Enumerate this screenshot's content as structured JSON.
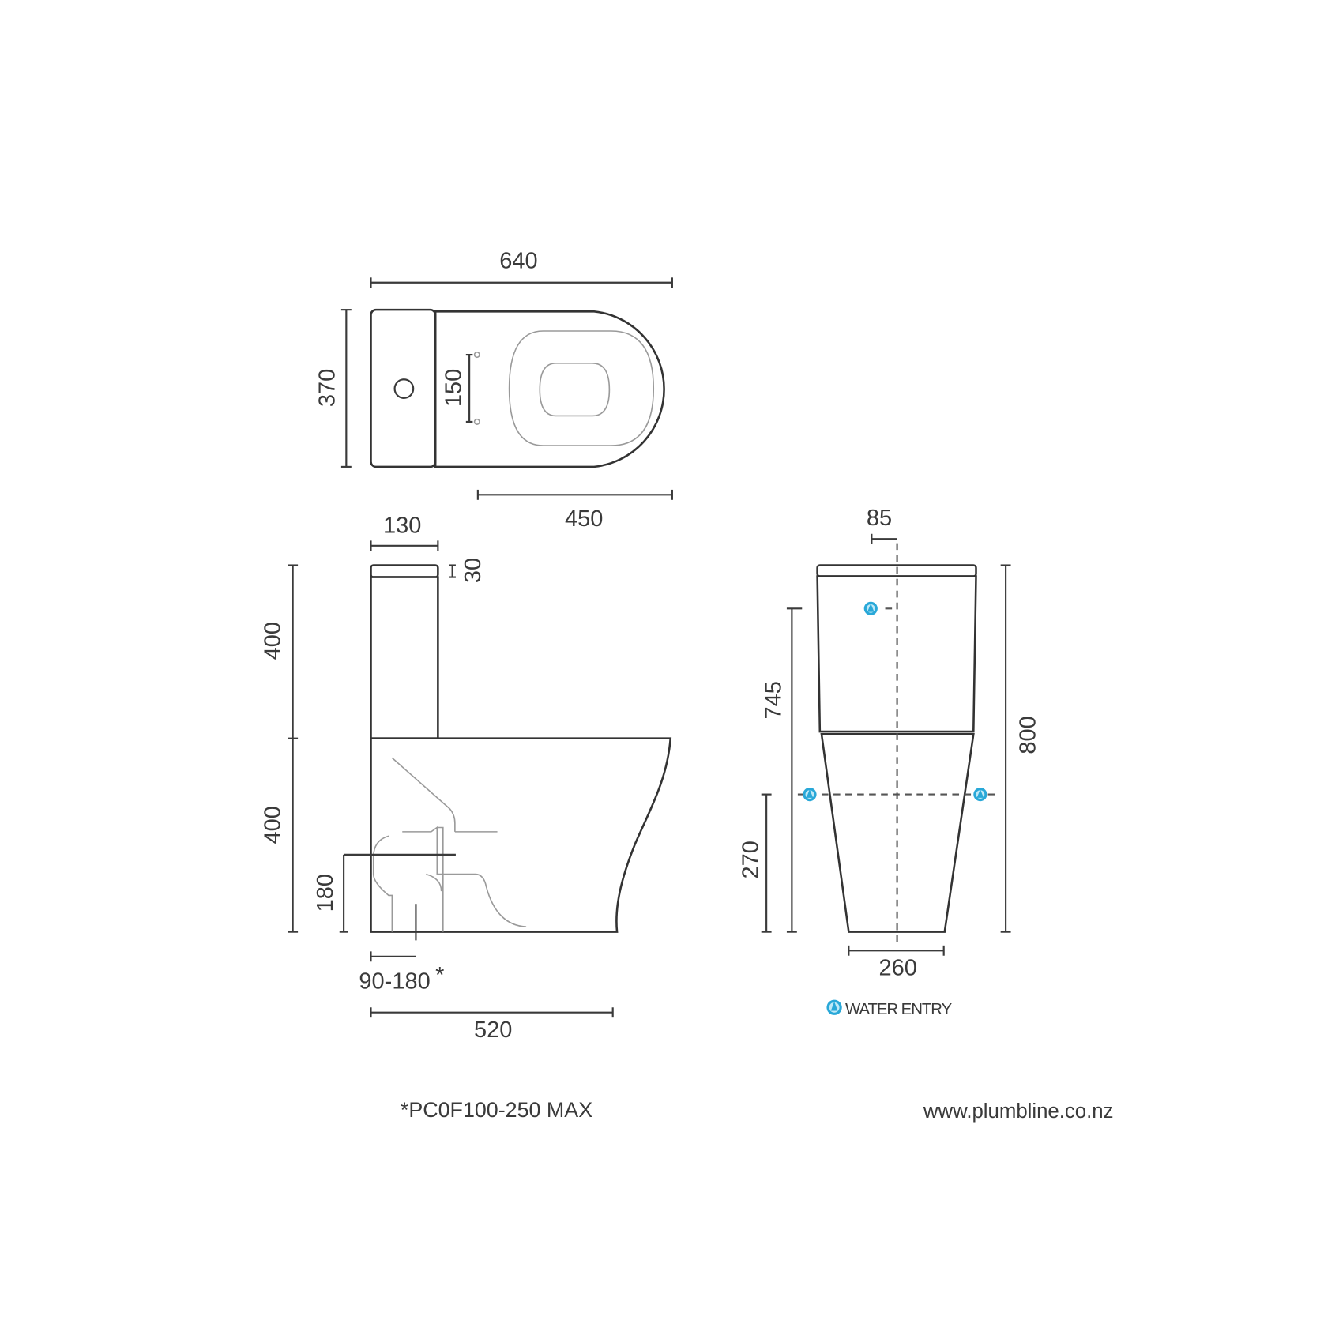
{
  "dimensions": {
    "top_length": "640",
    "top_width": "370",
    "seat_hinge_spacing": "150",
    "bowl_length": "450",
    "tank_depth": "130",
    "lid_height": "30",
    "tank_height": "400",
    "bowl_height": "400",
    "outlet_height": "180",
    "setout": "90-180",
    "setout_asterisk": "*",
    "side_length": "520",
    "front_top_offset": "85",
    "upper_entry_height": "745",
    "lower_entry_height": "270",
    "total_height": "800",
    "base_width": "260"
  },
  "legend": {
    "water_entry_label": "WATER ENTRY",
    "water_entry_icon": "water-drop-circle-icon",
    "water_entry_color": "#29a8d8"
  },
  "footer": {
    "note": "*PC0F100-250 MAX",
    "website": "www.plumbline.co.nz"
  }
}
